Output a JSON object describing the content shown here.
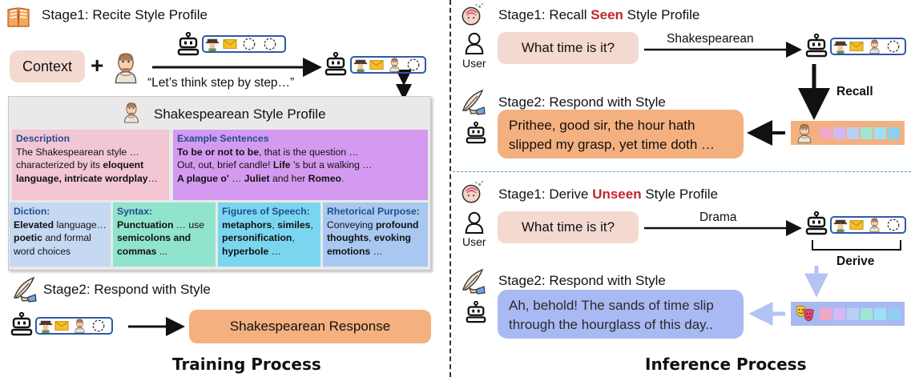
{
  "training": {
    "stage1": "Stage1: Recite Style Profile",
    "context": "Context",
    "plus": "+",
    "caption": "“Let’s think step by step…”",
    "profile": {
      "title": "Shakespearean Style Profile",
      "description": {
        "heading": "Description",
        "t1": "The Shakespearean style … characterized by its ",
        "b1": "eloquent language, intricate wordplay",
        "t2": "…"
      },
      "examples": {
        "heading": "Example Sentences",
        "b1": "To be or not to be",
        "t1": ", that is the question …",
        "t2": "Out, out, brief candle! ",
        "b2": "Life",
        "t3": " 's but a walking …",
        "b3": "A plague o'",
        "t4": " … ",
        "b4": "Juliet",
        "t5": " and her ",
        "b5": "Romeo",
        "t6": "."
      },
      "diction": {
        "heading": "Diction:",
        "b1": "Elevated",
        "t1": " language…",
        "b2": "poetic",
        "t2": " and formal word choices"
      },
      "syntax": {
        "heading": "Syntax:",
        "b1": "Punctuation",
        "t1": " … use ",
        "b2": "semicolons and commas",
        "t2": " ..."
      },
      "figures": {
        "heading": "Figures of Speech:",
        "b1": "metaphors",
        "t1": ", ",
        "b2": "similes",
        "t2": ", ",
        "b3": "personification",
        "t3": ", ",
        "b4": "hyperbole",
        "t4": " …"
      },
      "purpose": {
        "heading": "Rhetorical Purpose:",
        "t1": "Conveying ",
        "b1": "profound thoughts",
        "t2": ", ",
        "b2": "evoking emotions",
        "t3": " …"
      }
    },
    "stage2": "Stage2: Respond with Style",
    "response": "Shakespearean Response",
    "footer": "Training Process"
  },
  "inference": {
    "seen": {
      "stage1_prefix": "Stage1: Recall ",
      "stage1_highlight": "Seen",
      "stage1_suffix": " Style Profile",
      "question": "What time is it?",
      "arrow_label": "Shakespearean",
      "recall": "Recall",
      "stage2": "Stage2: Respond with Style",
      "answer": "Prithee, good sir, the hour hath slipped my grasp, yet time doth …"
    },
    "unseen": {
      "stage1_prefix": "Stage1: Derive ",
      "stage1_highlight": "Unseen",
      "stage1_suffix": " Style Profile",
      "question": "What time is it?",
      "arrow_label": "Drama",
      "derive": "Derive",
      "stage2": "Stage2: Respond with Style",
      "answer": "Ah, behold! The sands of time slip through the hourglass of this day.."
    },
    "user_label": "User",
    "footer": "Inference Process"
  },
  "colors": {
    "peach": "#f3d9d0",
    "orange": "#f4b07f",
    "lavender": "#a9b9f3",
    "desc": "#f2c6d2",
    "examples": "#d49af0",
    "diction": "#c6d9f3",
    "syntax": "#90e3cc",
    "figures": "#7ad6ef",
    "purpose": "#a8c8f2",
    "highlight_red": "#c0262d"
  }
}
